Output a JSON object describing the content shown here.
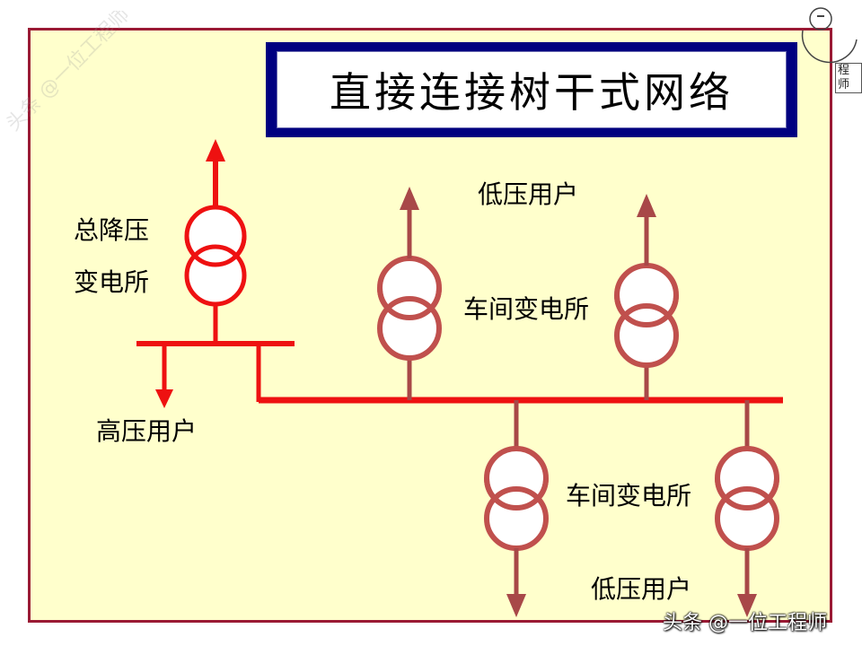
{
  "title": "直接连接树干式网络",
  "labels": {
    "main_substation_line1": "总降压",
    "main_substation_line2": "变电所",
    "hv_user": "高压用户",
    "lv_user_top": "低压用户",
    "workshop_sub_top": "车间变电所",
    "workshop_sub_bottom": "车间变电所",
    "lv_user_bottom": "低压用户"
  },
  "logo_text": "程师",
  "watermark": "头条 @一位工程师",
  "colors": {
    "slide_bg": "#ffffcc",
    "frame": "#9a1a34",
    "title_frame": "#000080",
    "bus_red": "#ee1111",
    "transformer": "#c0504d",
    "feeder_dark": "#a84848"
  }
}
